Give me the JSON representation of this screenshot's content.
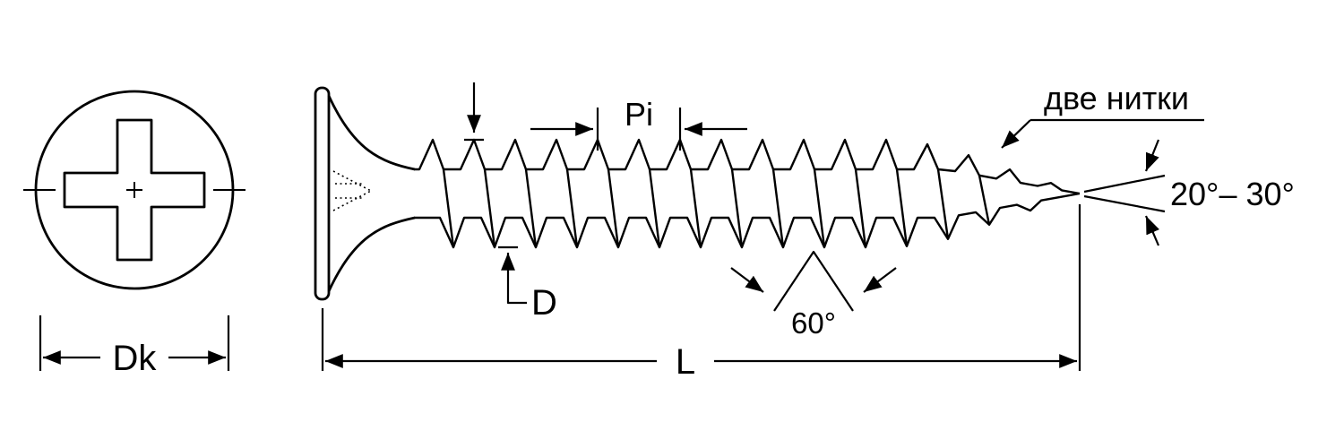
{
  "colors": {
    "ink": "#000000",
    "background": "#ffffff"
  },
  "labels": {
    "head_diameter": "Dk",
    "pitch": "Pi",
    "thread_diameter": "D",
    "length": "L",
    "two_threads": "две нитки",
    "tip_angle": "20°– 30°",
    "thread_profile_angle": "60°"
  }
}
